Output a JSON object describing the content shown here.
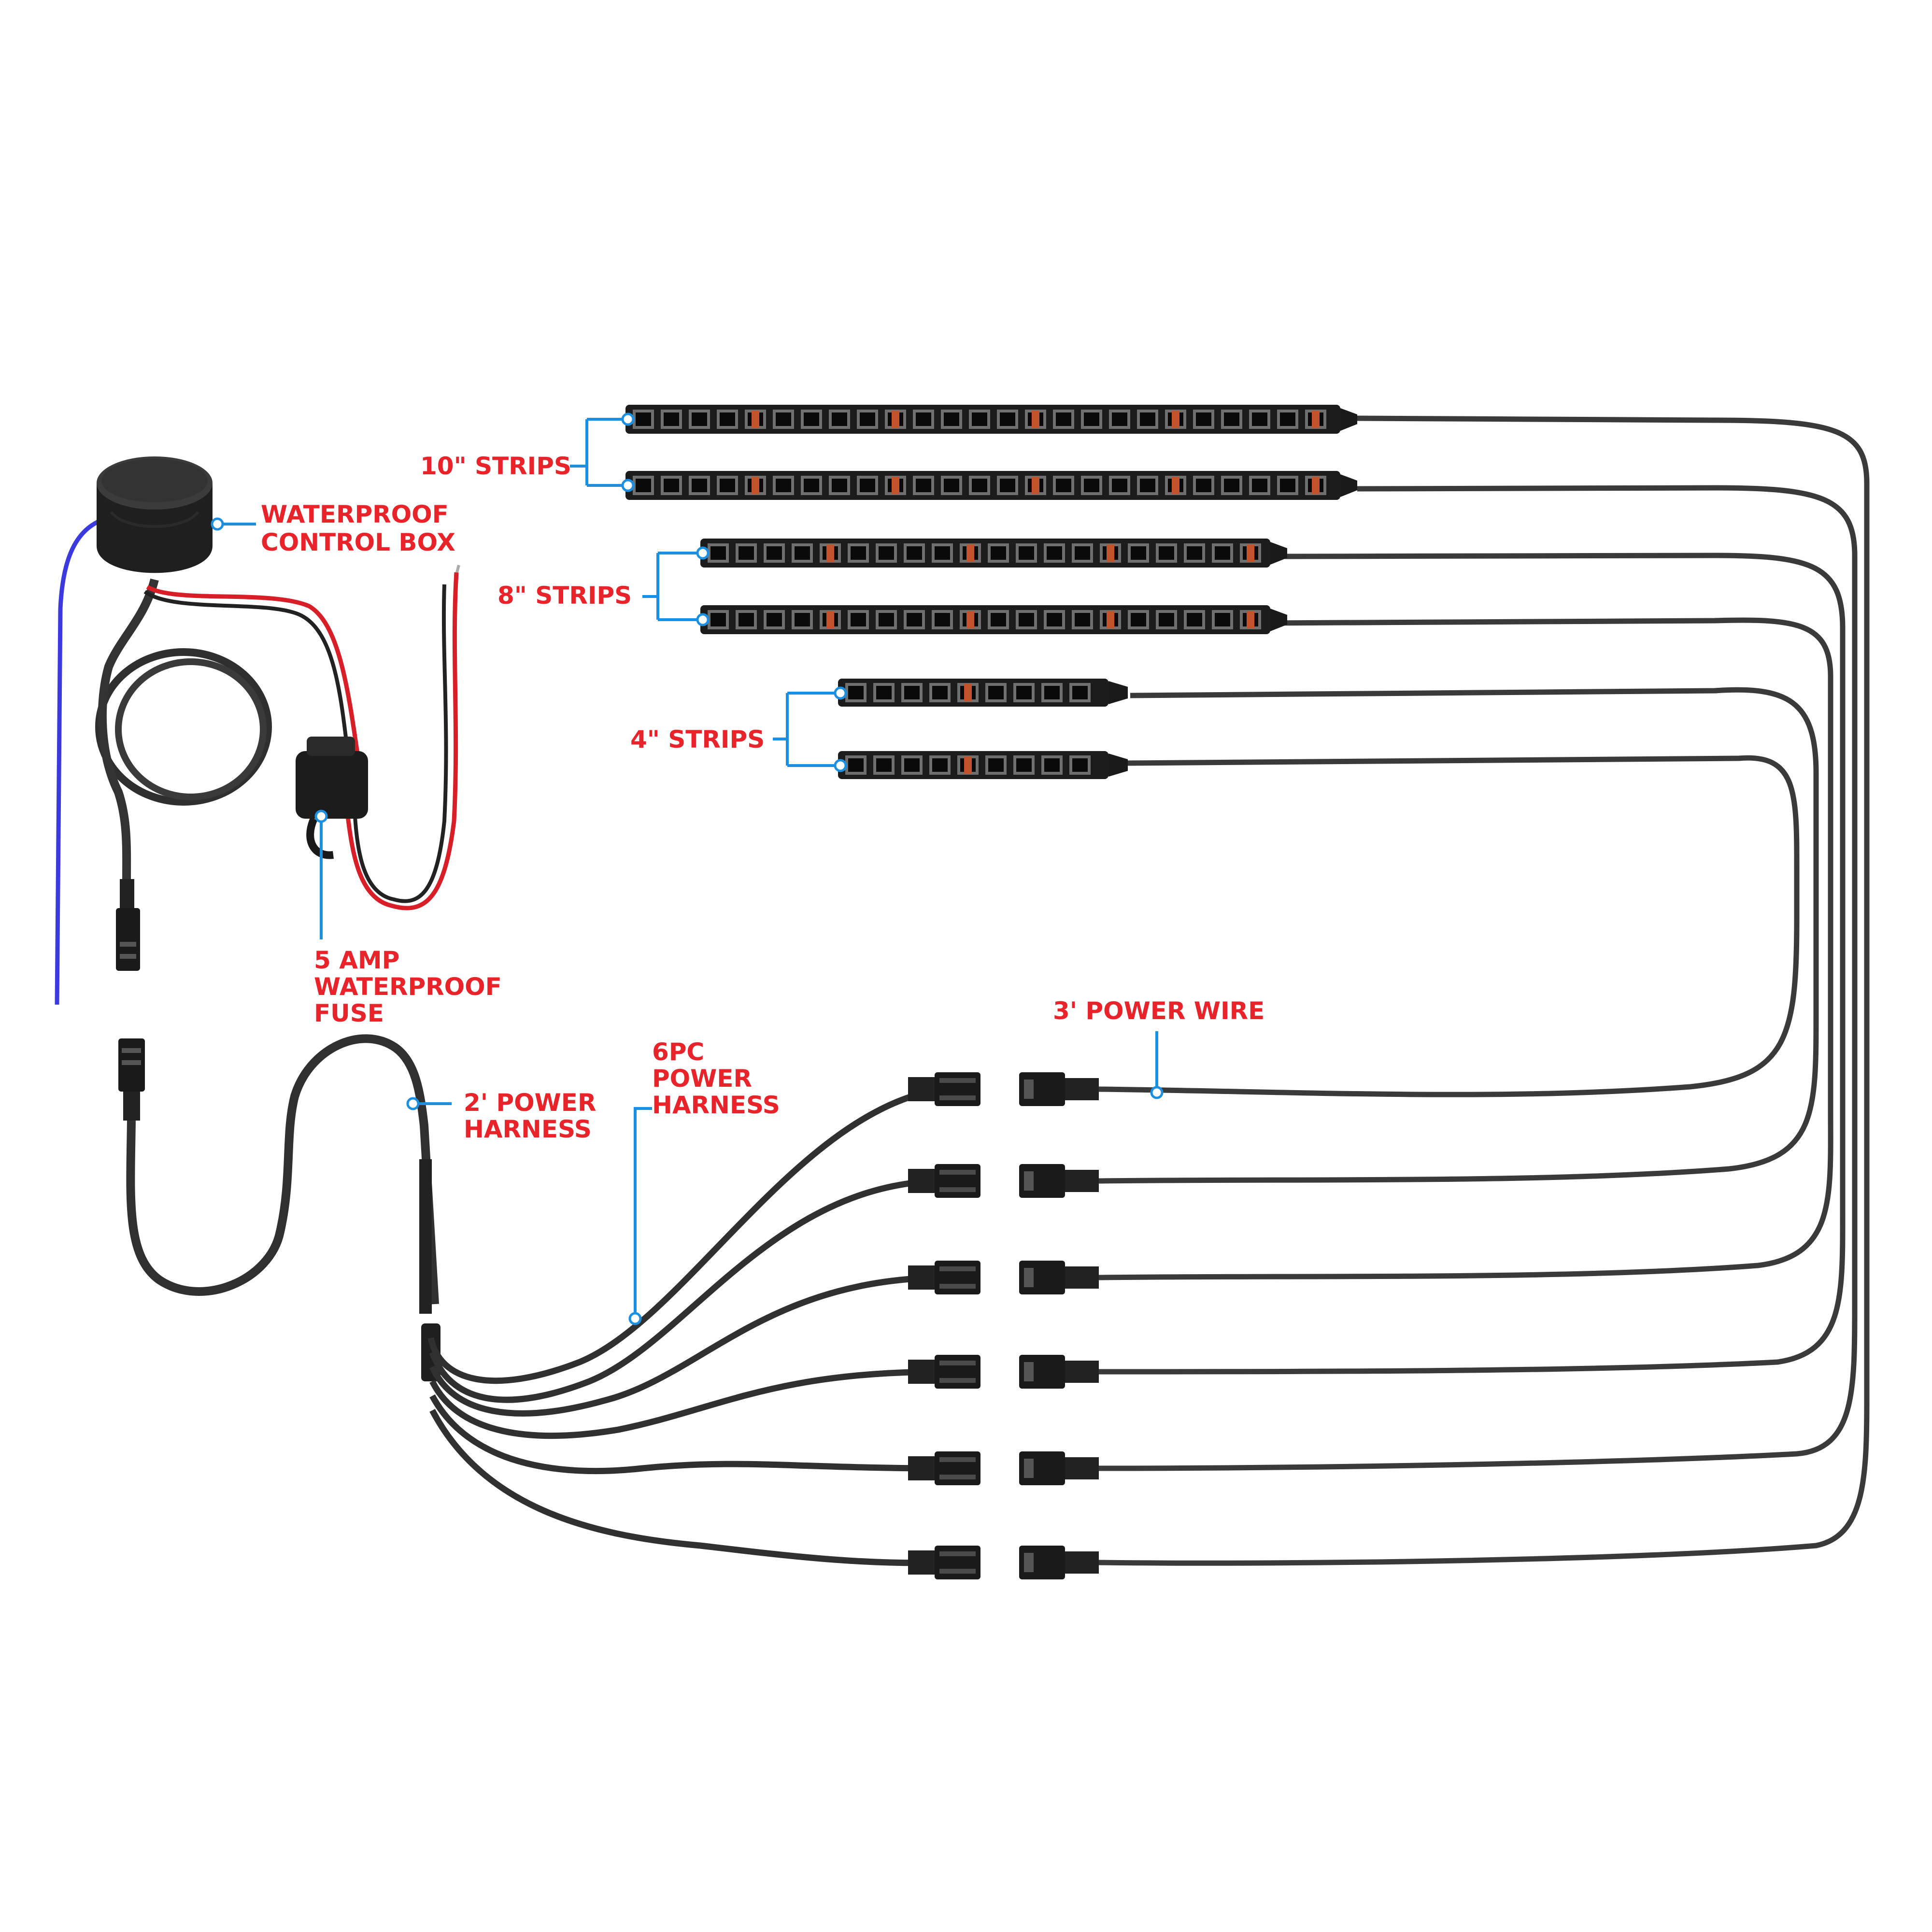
{
  "colors": {
    "background": "#ffffff",
    "label_red": "#e8232a",
    "callout_blue": "#1d8fe0",
    "cable": "#3a3a3a",
    "strip_body": "#1c1c1c",
    "led_black": "#0a0a0a",
    "led_grey": "#6f6f6f",
    "led_copper": "#c2532c",
    "power_red": "#d81e26",
    "blue_wire": "#3a3adf"
  },
  "icons": {
    "control_box": "round-puck-icon",
    "fuse": "fuse-holder-icon",
    "connector": "plug-connector-icon"
  },
  "labels": {
    "control_box": [
      "WATERPROOF",
      "CONTROL BOX"
    ],
    "fuse": [
      "5 AMP",
      "WATERPROOF",
      "FUSE"
    ],
    "strips_10": "10\" STRIPS",
    "strips_8": "8\" STRIPS",
    "strips_4": "4\" STRIPS",
    "power_harness_2ft": [
      "2' POWER",
      "HARNESS"
    ],
    "power_harness_6pc": [
      "6PC",
      "POWER",
      "HARNESS"
    ],
    "power_wire_3ft": "3' POWER WIRE"
  },
  "components": {
    "strips": [
      {
        "group": "10\"",
        "count": 2
      },
      {
        "group": "8\"",
        "count": 2
      },
      {
        "group": "4\"",
        "count": 2
      }
    ],
    "harness_branches": 6
  }
}
